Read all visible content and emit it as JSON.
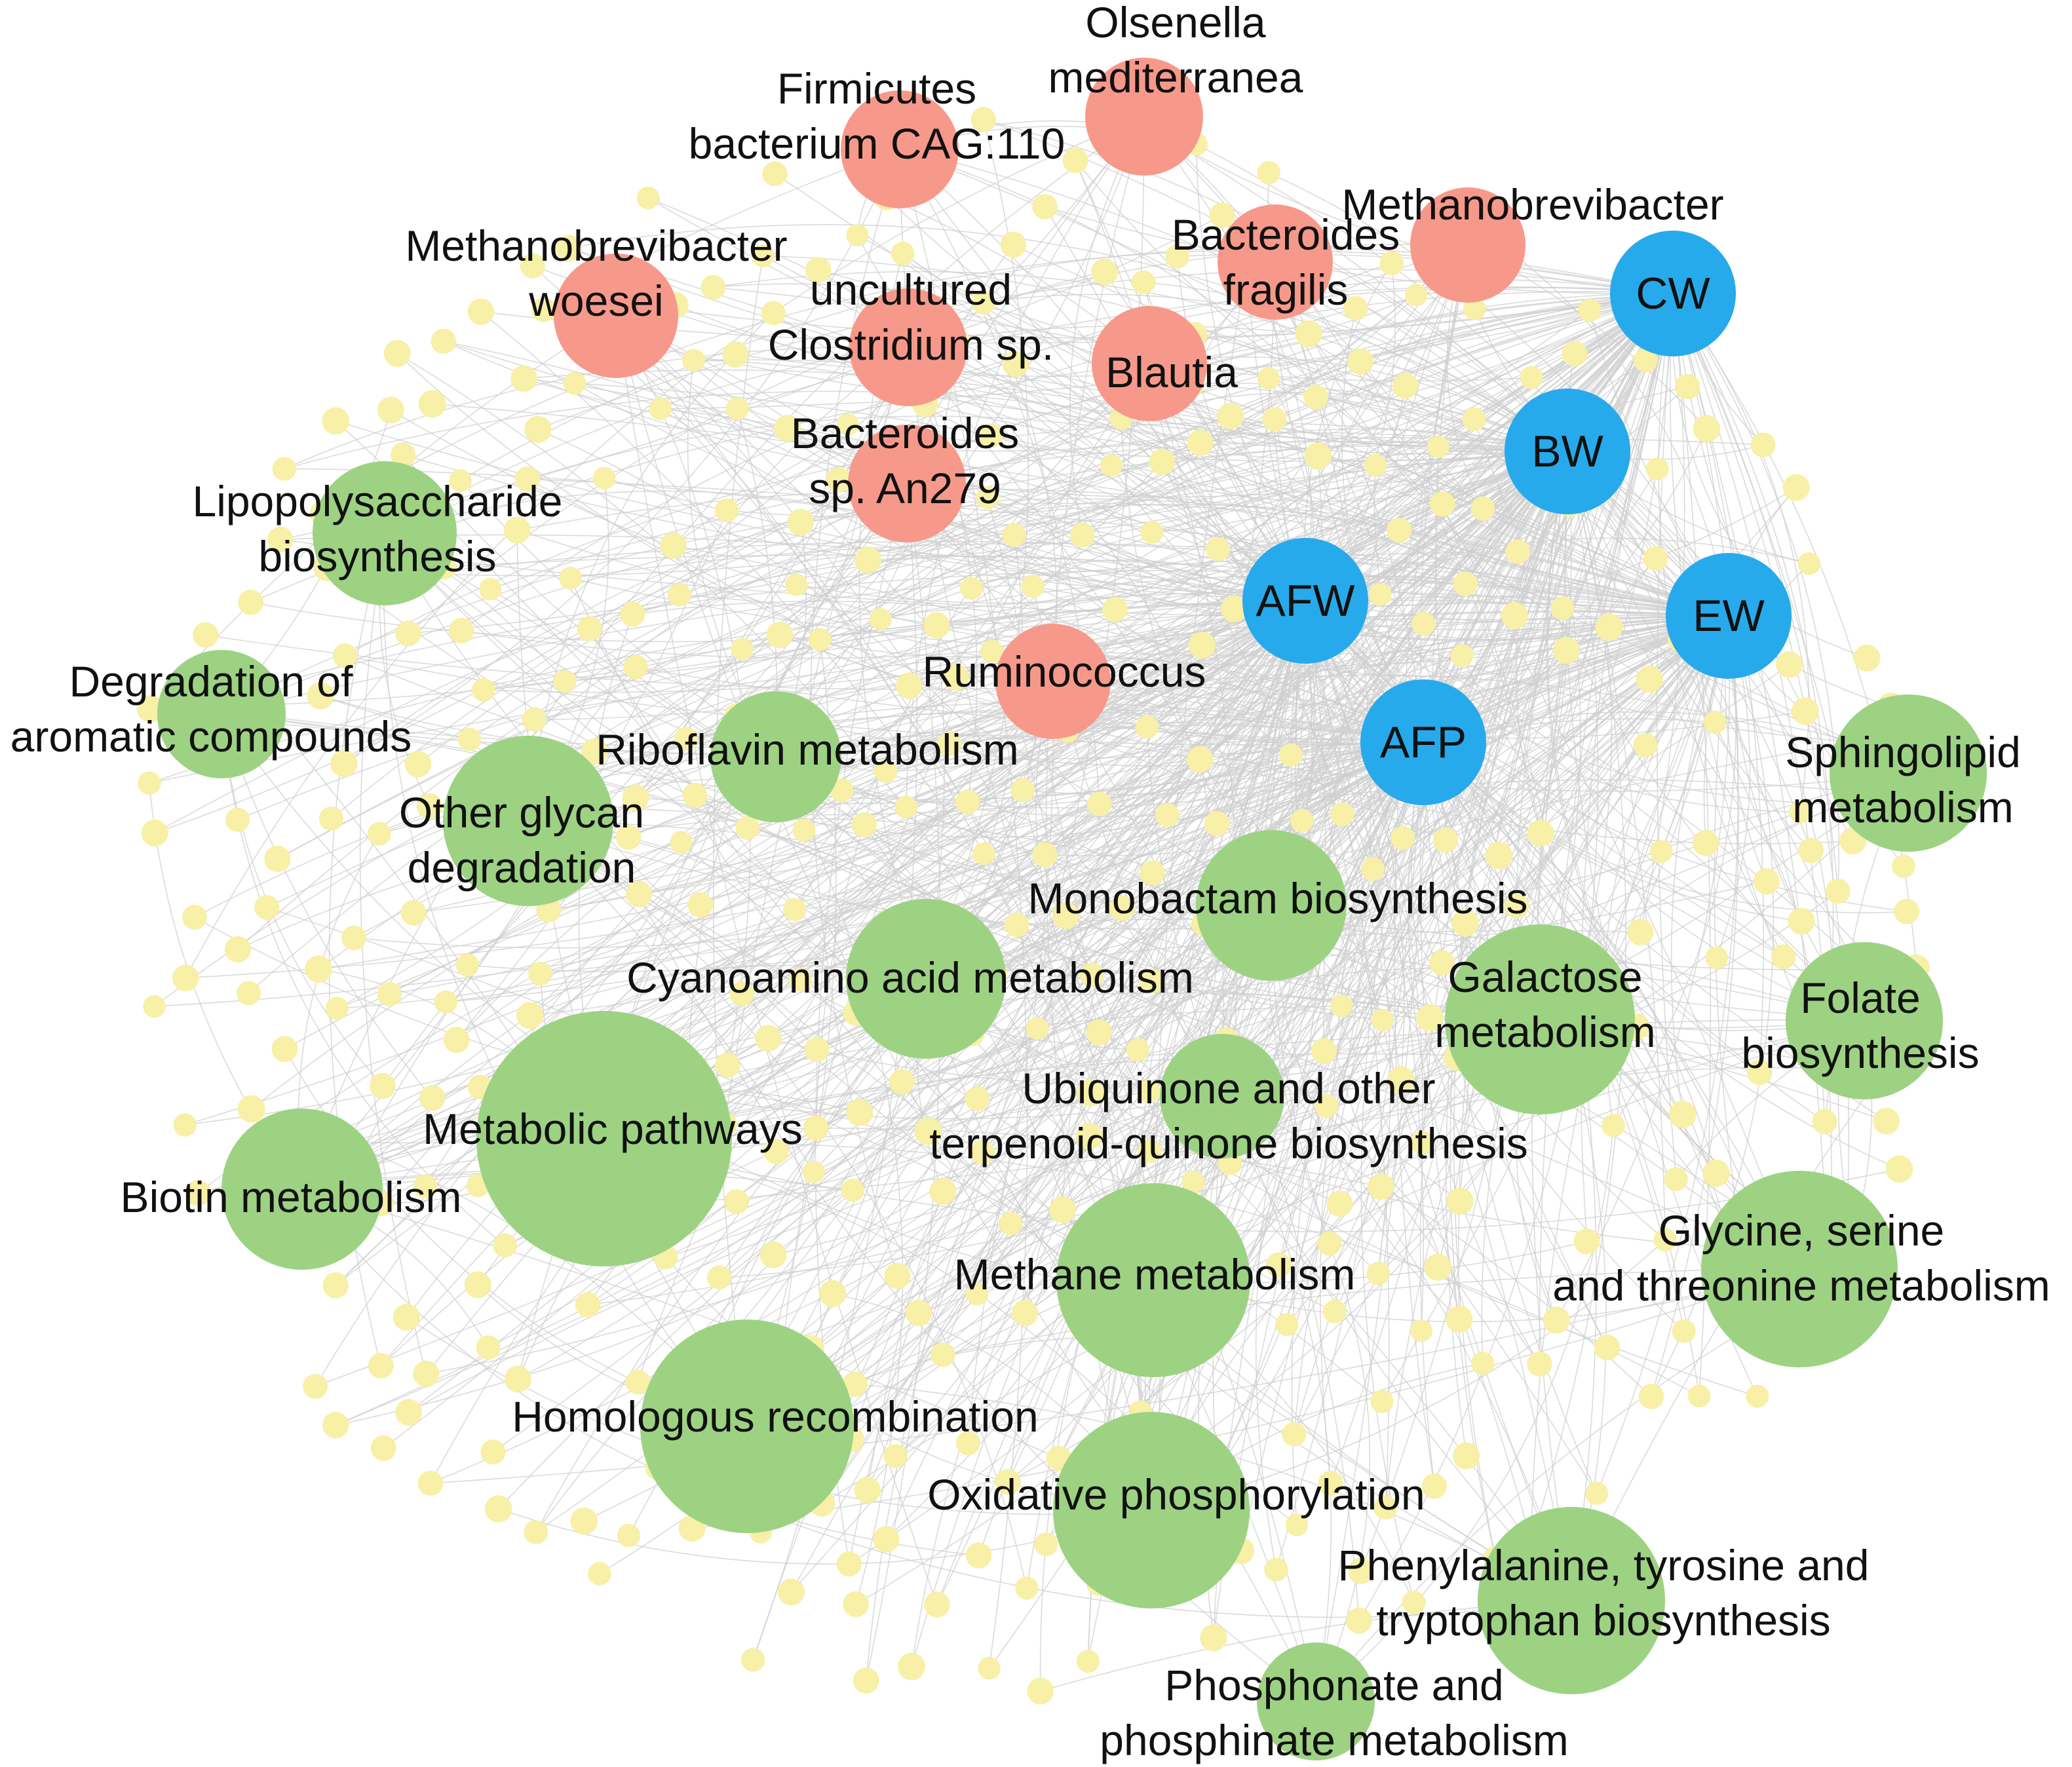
{
  "colors": {
    "background": "#ffffff",
    "edge": "#cfcfcf",
    "small_node": "#f7f0a6",
    "taxon": "#f7998a",
    "sample": "#27aaeb",
    "pathway": "#9dd283",
    "label": "#111111"
  },
  "taxa": [
    {
      "id": "olsenella",
      "lines": [
        "Olsenella",
        "mediterranea"
      ]
    },
    {
      "id": "firmicutes",
      "lines": [
        "Firmicutes",
        "bacterium CAG:110"
      ]
    },
    {
      "id": "methanobrevibacter",
      "lines": [
        "Methanobrevibacter"
      ]
    },
    {
      "id": "bacteroides-fragilis",
      "lines": [
        "Bacteroides",
        "fragilis"
      ]
    },
    {
      "id": "methanobrevibacter-woesei",
      "lines": [
        "Methanobrevibacter",
        "woesei"
      ]
    },
    {
      "id": "uncultured-clostridium",
      "lines": [
        "uncultured",
        "Clostridium sp."
      ]
    },
    {
      "id": "blautia",
      "lines": [
        "Blautia"
      ]
    },
    {
      "id": "bacteroides-an279",
      "lines": [
        "Bacteroides",
        "sp. An279"
      ]
    },
    {
      "id": "ruminococcus",
      "lines": [
        "Ruminococcus"
      ]
    }
  ],
  "samples": [
    {
      "id": "cw",
      "lines": [
        "CW"
      ]
    },
    {
      "id": "bw",
      "lines": [
        "BW"
      ]
    },
    {
      "id": "afw",
      "lines": [
        "AFW"
      ]
    },
    {
      "id": "ew",
      "lines": [
        "EW"
      ]
    },
    {
      "id": "afp",
      "lines": [
        "AFP"
      ]
    }
  ],
  "pathways": [
    {
      "id": "lipopolysaccharide",
      "lines": [
        "Lipopolysaccharide",
        "biosynthesis"
      ]
    },
    {
      "id": "aromatic-degradation",
      "lines": [
        "Degradation of",
        "aromatic compounds"
      ]
    },
    {
      "id": "riboflavin",
      "lines": [
        "Riboflavin metabolism"
      ]
    },
    {
      "id": "other-glycan",
      "lines": [
        "Other glycan",
        "degradation"
      ]
    },
    {
      "id": "sphingolipid",
      "lines": [
        "Sphingolipid",
        "metabolism"
      ]
    },
    {
      "id": "monobactam",
      "lines": [
        "Monobactam biosynthesis"
      ]
    },
    {
      "id": "cyanoamino",
      "lines": [
        "Cyanoamino acid metabolism"
      ]
    },
    {
      "id": "galactose",
      "lines": [
        "Galactose",
        "metabolism"
      ]
    },
    {
      "id": "folate",
      "lines": [
        "Folate",
        "biosynthesis"
      ]
    },
    {
      "id": "ubiquinone",
      "lines": [
        "Ubiquinone and other",
        "terpenoid-quinone biosynthesis"
      ]
    },
    {
      "id": "metabolic-pathways",
      "lines": [
        "Metabolic pathways"
      ]
    },
    {
      "id": "biotin",
      "lines": [
        "Biotin metabolism"
      ]
    },
    {
      "id": "glycine",
      "lines": [
        "Glycine, serine",
        "and threonine metabolism"
      ]
    },
    {
      "id": "methane",
      "lines": [
        "Methane metabolism"
      ]
    },
    {
      "id": "homologous",
      "lines": [
        "Homologous recombination"
      ]
    },
    {
      "id": "oxidative",
      "lines": [
        "Oxidative phosphorylation"
      ]
    },
    {
      "id": "phenylalanine",
      "lines": [
        "Phenylalanine, tyrosine and",
        "tryptophan biosynthesis"
      ]
    },
    {
      "id": "phosphonate",
      "lines": [
        "Phosphonate and",
        "phosphinate metabolism"
      ]
    }
  ]
}
